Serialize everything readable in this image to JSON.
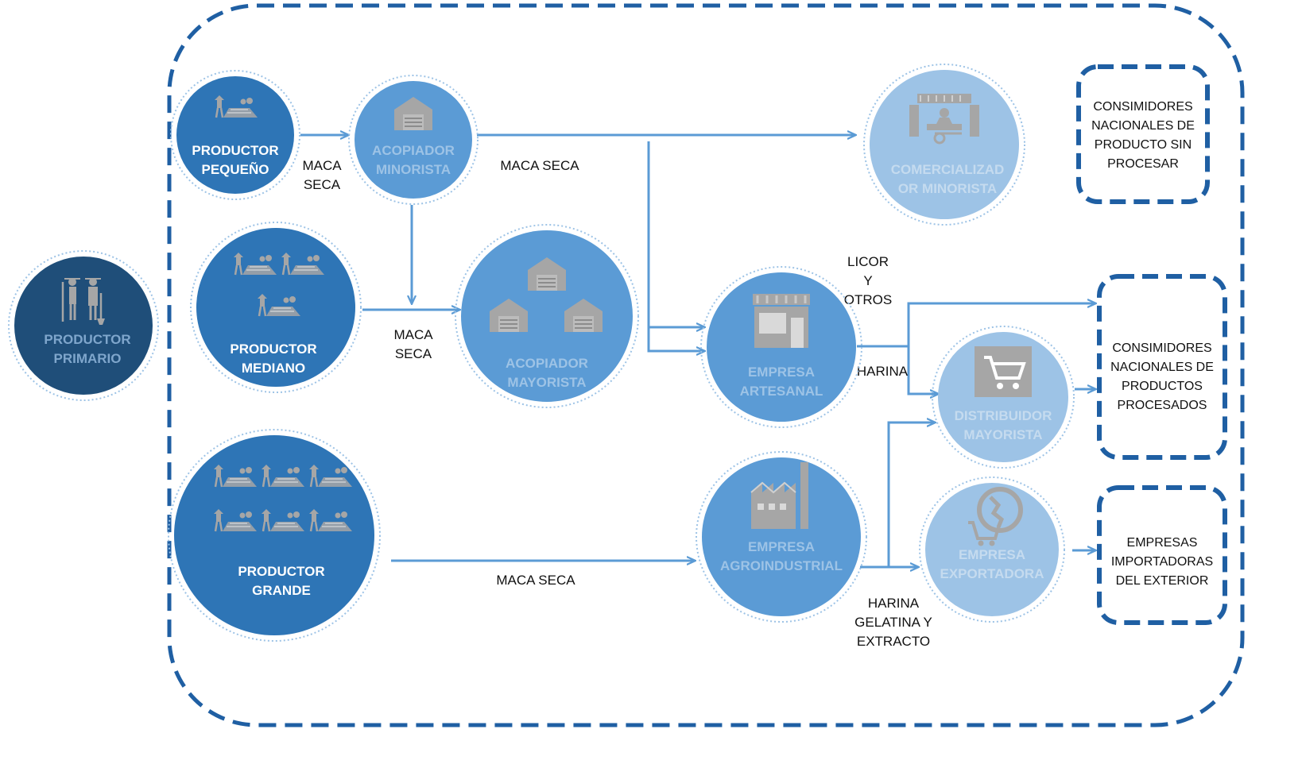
{
  "colors": {
    "dark_navy": "#1f4e79",
    "strong_blue": "#2e75b6",
    "mid_blue": "#5b9bd5",
    "light_blue": "#9dc3e6",
    "arrow_blue": "#5b9bd5",
    "dash_blue": "#1f5fa3",
    "icon_gray": "#a6a6a6",
    "faded_text": "#7fa6cc",
    "white_text": "#ffffff"
  },
  "nodes": {
    "productor_primario": {
      "line1": "PRODUCTOR",
      "line2": "PRIMARIO",
      "icon": "farmers-with-tools-icon"
    },
    "productor_pequeno": {
      "line1": "PRODUCTOR",
      "line2": "PEQUEÑO",
      "icon": "farmer-field-icon"
    },
    "acopiador_minorista": {
      "line1": "ACOPIADOR",
      "line2": "MINORISTA",
      "icon": "warehouse-icon"
    },
    "comercializador_minorista": {
      "line1": "COMERCIALIZAD",
      "line2": "OR MINORISTA",
      "icon": "market-stall-icon"
    },
    "productor_mediano": {
      "line1": "PRODUCTOR",
      "line2": "MEDIANO",
      "icon": "farmer-field-icon"
    },
    "acopiador_mayorista": {
      "line1": "ACOPIADOR",
      "line2": "MAYORISTA",
      "icon": "warehouse-icon"
    },
    "empresa_artesanal": {
      "line1": "EMPRESA",
      "line2": "ARTESANAL",
      "icon": "shop-icon"
    },
    "distribuidor_mayorista": {
      "line1": "DISTRIBUIDOR",
      "line2": "MAYORISTA",
      "icon": "shopping-cart-icon"
    },
    "productor_grande": {
      "line1": "PRODUCTOR",
      "line2": "GRANDE",
      "icon": "farmer-field-icon"
    },
    "empresa_agroindustrial": {
      "line1": "EMPRESA",
      "line2": "AGROINDUSTRIAL",
      "icon": "factory-icon"
    },
    "empresa_exportadora": {
      "line1": "EMPRESA",
      "line2": "EXPORTADORA",
      "icon": "globe-cart-icon"
    }
  },
  "consumers": {
    "sin_procesar": [
      "CONSIMIDORES",
      "NACIONALES  DE",
      "PRODUCTO SIN",
      "PROCESAR"
    ],
    "procesados": [
      "CONSIMIDORES",
      "NACIONALES  DE",
      "PRODUCTOS",
      "PROCESADOS"
    ],
    "importadoras": [
      "EMPRESAS",
      "IMPORTADORAS",
      "DEL EXTERIOR"
    ]
  },
  "flow_labels": {
    "pequeno_to_minorista": [
      "MACA",
      "SECA"
    ],
    "minorista_to_comercializador": [
      "MACA SECA"
    ],
    "mediano_to_mayorista": [
      "MACA",
      "SECA"
    ],
    "licor": [
      "LICOR",
      "Y",
      "OTROS"
    ],
    "harina": [
      "HARINA"
    ],
    "grande_to_agroindustrial": [
      "MACA SECA"
    ],
    "agroindustrial_products": [
      "HARINA",
      "GELATINA Y",
      "EXTRACTO"
    ]
  }
}
